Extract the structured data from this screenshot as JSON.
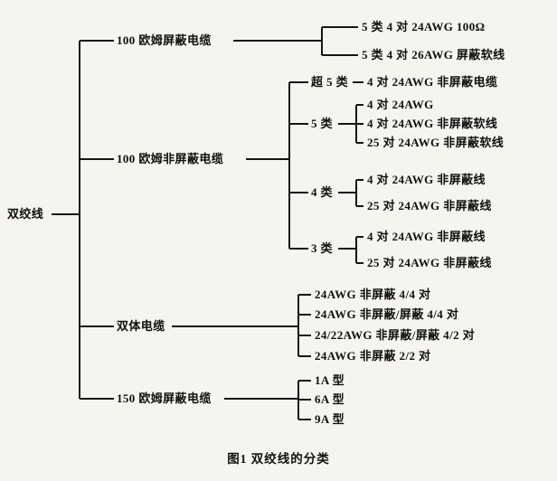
{
  "root": {
    "label": "双绞线"
  },
  "caption": "图1  双绞线的分类",
  "branches": [
    {
      "label": "100 欧姆屏蔽电缆",
      "leaves": [
        "5 类 4 对 24AWG  100Ω",
        "5 类 4 对 26AWG 屏蔽软线"
      ]
    },
    {
      "label": "100 欧姆非屏蔽电缆",
      "subgroups": [
        {
          "label": "超 5 类",
          "leaves": [
            "4 对 24AWG 非屏蔽电缆"
          ]
        },
        {
          "label": "5 类",
          "leaves": [
            "4 对 24AWG",
            "4 对 24AWG 非屏蔽软线",
            "25 对 24AWG 非屏蔽软线"
          ]
        },
        {
          "label": "4 类",
          "leaves": [
            "4 对 24AWG 非屏蔽线",
            "25 对 24AWG 非屏蔽线"
          ]
        },
        {
          "label": "3 类",
          "leaves": [
            "4 对 24AWG 非屏蔽线",
            "25 对 24AWG 非屏蔽线"
          ]
        }
      ]
    },
    {
      "label": "双体电缆",
      "leaves": [
        "24AWG 非屏蔽 4/4 对",
        "24AWG 非屏蔽/屏蔽 4/4 对",
        "24/22AWG 非屏蔽/屏蔽 4/2 对",
        "24AWG 非屏蔽 2/2 对"
      ]
    },
    {
      "label": "150 欧姆屏蔽电缆",
      "leaves": [
        "1A 型",
        "6A 型",
        "9A 型"
      ]
    }
  ]
}
